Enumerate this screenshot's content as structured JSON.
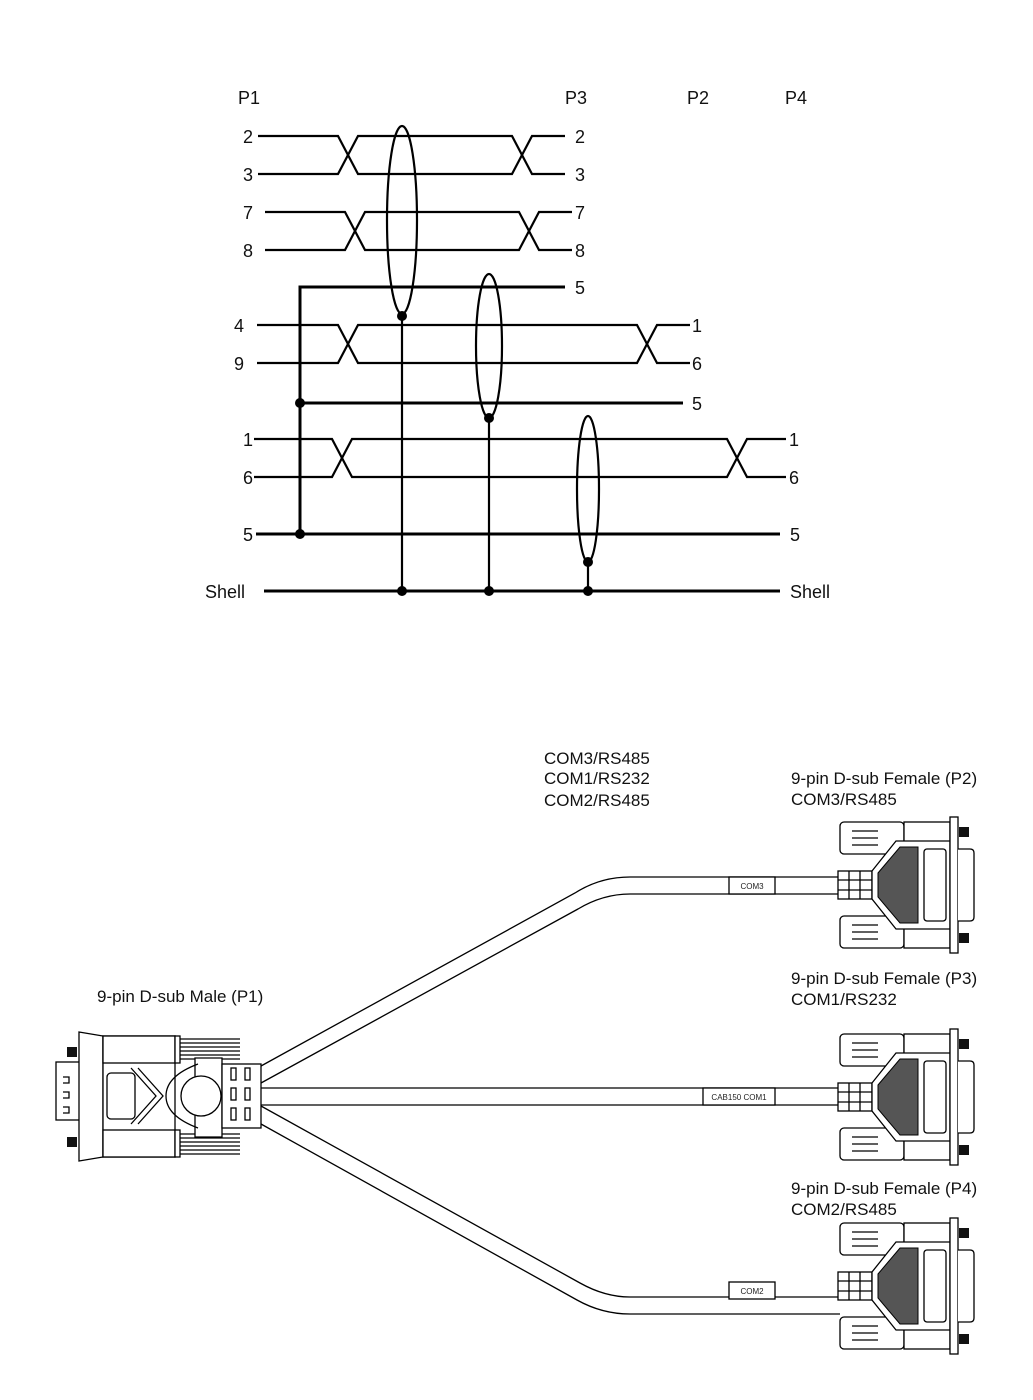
{
  "wiring": {
    "headers": {
      "p1": "P1",
      "p3": "P3",
      "p2": "P2",
      "p4": "P4"
    },
    "left_pins": [
      "2",
      "3",
      "7",
      "8",
      "4",
      "9",
      "1",
      "6",
      "5",
      "Shell"
    ],
    "right_pins": {
      "p3": [
        "2",
        "3",
        "7",
        "8",
        "5"
      ],
      "p2": [
        "1",
        "6",
        "5"
      ],
      "p4": [
        "1",
        "6",
        "5",
        "Shell"
      ]
    }
  },
  "cable": {
    "center_labels": [
      "COM3/RS485",
      "COM1/RS232",
      "COM2/RS485"
    ],
    "p1": {
      "name": "9-pin D-sub Male (P1)"
    },
    "p2": {
      "name": "9-pin D-sub Female (P2)",
      "port": "COM3/RS485",
      "tag": "COM3"
    },
    "p3": {
      "name": "9-pin D-sub Female (P3)",
      "port": "COM1/RS232",
      "tag": "CAB150 COM1"
    },
    "p4": {
      "name": "9-pin D-sub Female (P4)",
      "port": "COM2/RS485",
      "tag": "COM2"
    }
  }
}
